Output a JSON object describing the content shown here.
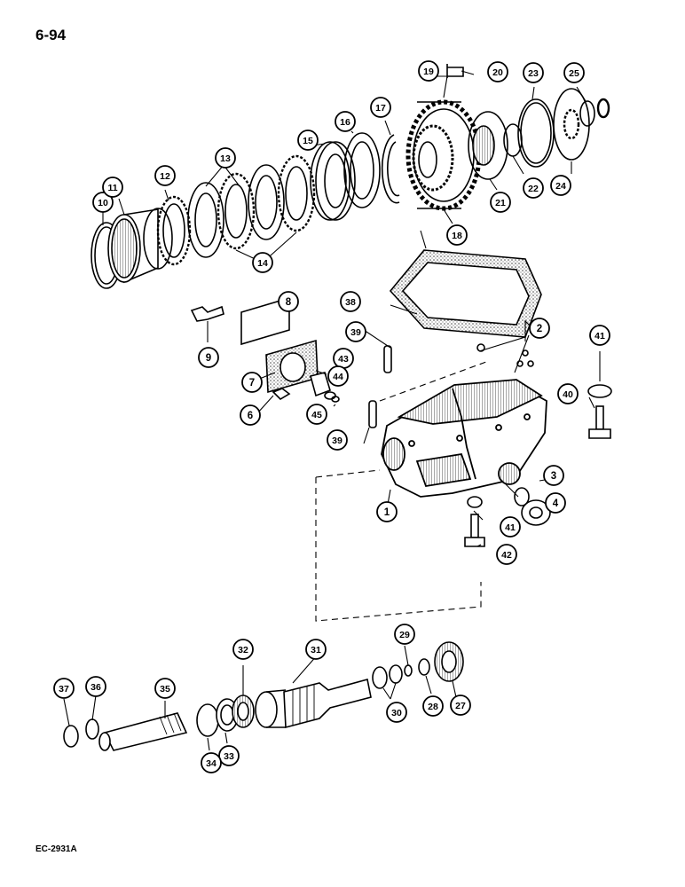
{
  "page_number": "6-94",
  "figure_code": "EC-2931A",
  "callouts": [
    "1",
    "2",
    "3",
    "4",
    "6",
    "7",
    "8",
    "9",
    "10",
    "11",
    "12",
    "13",
    "14",
    "15",
    "16",
    "17",
    "18",
    "19",
    "20",
    "21",
    "22",
    "23",
    "24",
    "25",
    "27",
    "28",
    "29",
    "30",
    "31",
    "32",
    "33",
    "34",
    "35",
    "36",
    "37",
    "38",
    "39",
    "39",
    "40",
    "41",
    "41",
    "42",
    "43",
    "44",
    "45"
  ]
}
